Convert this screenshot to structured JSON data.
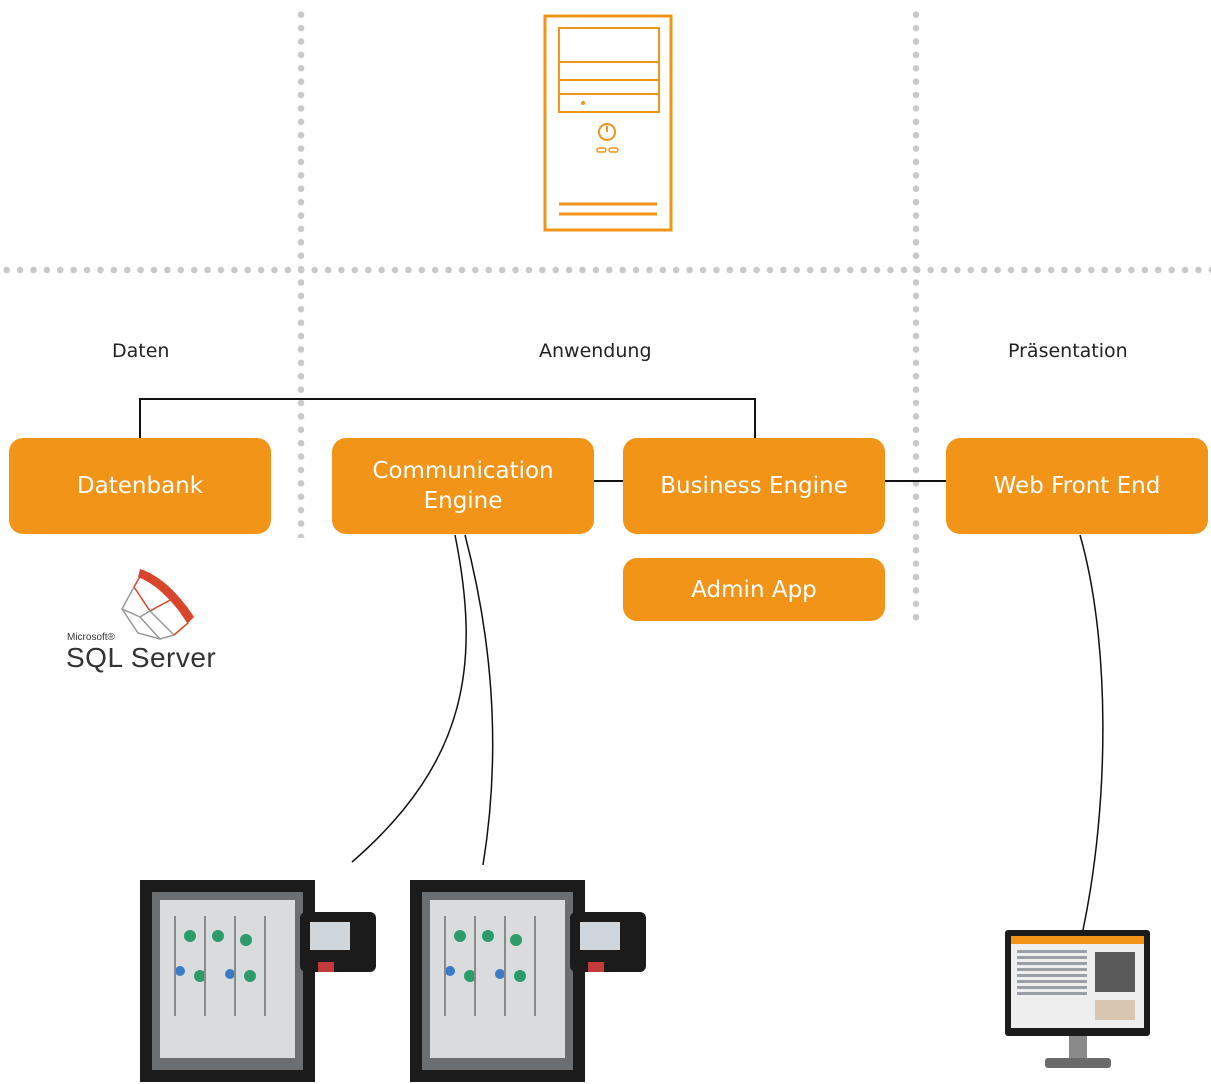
{
  "tiers": {
    "data": "Daten",
    "application": "Anwendung",
    "presentation": "Präsentation"
  },
  "components": {
    "database": "Datenbank",
    "communication_engine": [
      "Communication",
      "Engine"
    ],
    "business_engine": "Business Engine",
    "admin_app": "Admin App",
    "web_front_end": "Web Front End"
  },
  "sql_logo": {
    "microsoft": "Microsoft®",
    "product": "SQL Server"
  },
  "icons": [
    "server-tower-icon",
    "sql-server-logo",
    "key-cabinet-image",
    "monitor-image"
  ],
  "colors": {
    "accent": "#f29418",
    "dots": "#c9c9c9",
    "line": "#111111"
  }
}
